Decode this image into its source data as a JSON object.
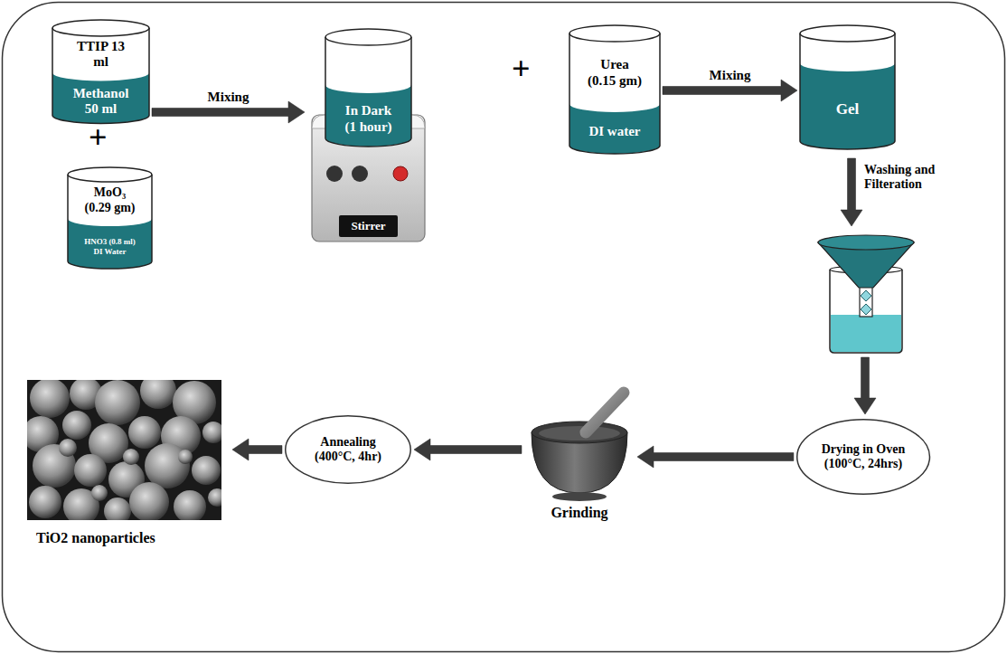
{
  "diagram": {
    "nodes": [
      {
        "text": [
          "TTIP 13 ml",
          "Methanol 50 ml"
        ]
      },
      {
        "text": [
          "MoO₃ (0.29 gm)",
          "HNO3 (0.8 ml) DI Water"
        ]
      },
      {
        "text": [
          "In Dark (1 hour)",
          "Stirrer"
        ]
      },
      {
        "text": [
          "Urea (0.15 gm)",
          "DI water"
        ]
      },
      {
        "text": [
          "Gel"
        ]
      },
      {
        "text": [
          "Drying in Oven (100°C, 24hrs)"
        ]
      },
      {
        "text": [
          "Grinding"
        ]
      },
      {
        "text": [
          "Annealing (400°C, 4hr)"
        ]
      },
      {
        "text": [
          "TiO2 nanoparticles"
        ]
      }
    ],
    "edges": [
      {
        "from": 0,
        "to": 2,
        "arrow": "to",
        "label": "Mixing"
      },
      {
        "from": 3,
        "to": 4,
        "arrow": "to",
        "label": "Mixing"
      },
      {
        "from": 5,
        "to": 6,
        "arrow": "to"
      },
      {
        "from": 6,
        "to": 7,
        "arrow": "to"
      },
      {
        "from": 7,
        "to": 8,
        "arrow": "to"
      }
    ],
    "labels": [
      "+",
      "+",
      "Washing and Filteration"
    ]
  }
}
